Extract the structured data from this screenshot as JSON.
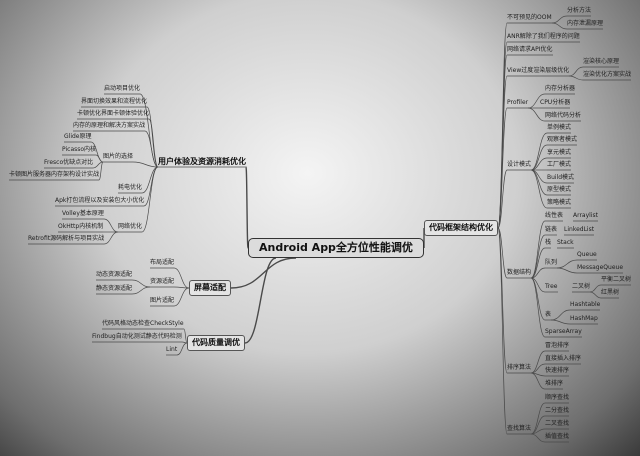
{
  "center": "Android App全方位性能调优",
  "l1": {
    "ux": "用户体验及资源消耗优化",
    "screen": "屏幕适配",
    "quality": "代码质量调优",
    "arch": "代码框架结构优化"
  },
  "ux": {
    "items": [
      "启动项目优化",
      "界面切换效果和流程优化",
      "卡顿优化界面卡顿体验优化",
      "内存的原理和解决方案实战"
    ],
    "img": "图片的选择",
    "img_items": [
      "Glide原理",
      "Picasso内核",
      "Fresco优缺点对比",
      "卡顿图片服务器内存架构设计实战"
    ],
    "power": "耗电优化",
    "apk": "Apk打包流程以及安装包大小优化",
    "net": "网络优化",
    "net_items": [
      "Volley基本原理",
      "OkHttp内核机制",
      "Retrofit源码解析与项目实战"
    ]
  },
  "screen": {
    "layout": "布局适配",
    "res": "资源适配",
    "res_items": [
      "动态资源适配",
      "静态资源适配"
    ],
    "img": "图片适配"
  },
  "quality": {
    "items": [
      "代码风格动态检查CheckStyle",
      "Findbug自动化测试静态代码检测",
      "Lint"
    ]
  },
  "arch": {
    "oom": "不可预见的OOM",
    "oom_items": [
      "分析方法",
      "内存泄漏原理"
    ],
    "anr": "ANR解除了我们程序的问题",
    "netreq": "网络请求API优化",
    "view": "View过度渲染层级优化",
    "view_items": [
      "渲染核心原理",
      "渲染优化方案实战"
    ],
    "profiler": "Profiler",
    "profiler_items": [
      "内存分析器",
      "CPU分析器",
      "网络代码分析"
    ],
    "pattern": "设计模式",
    "pattern_items": [
      "单例模式",
      "观察者模式",
      "享元模式",
      "工厂模式",
      "Build模式",
      "原型模式",
      "策略模式"
    ],
    "ds": "数据结构",
    "ds_linear": "线性表",
    "arraylist": "Arraylist",
    "ds_chain": "链表",
    "linkedlist": "LinkedList",
    "ds_stack": "栈",
    "stack": "Stack",
    "ds_queue": "队列",
    "queue": "Queue",
    "mq": "MessageQueue",
    "ds_tree": "Tree",
    "binary": "二叉树",
    "rbtree_a": "平衡二叉树",
    "rbtree_b": "红黑树",
    "ds_hash": "表",
    "hashtable": "Hashtable",
    "hashmap": "HashMap",
    "sparse": "SparseArray",
    "sort": "排序算法",
    "sort_items": [
      "冒泡排序",
      "直接插入排序",
      "快速排序",
      "堆排序"
    ],
    "find": "查找算法",
    "find_items": [
      "顺序查找",
      "二分查找",
      "二叉查找",
      "插值查找"
    ]
  }
}
